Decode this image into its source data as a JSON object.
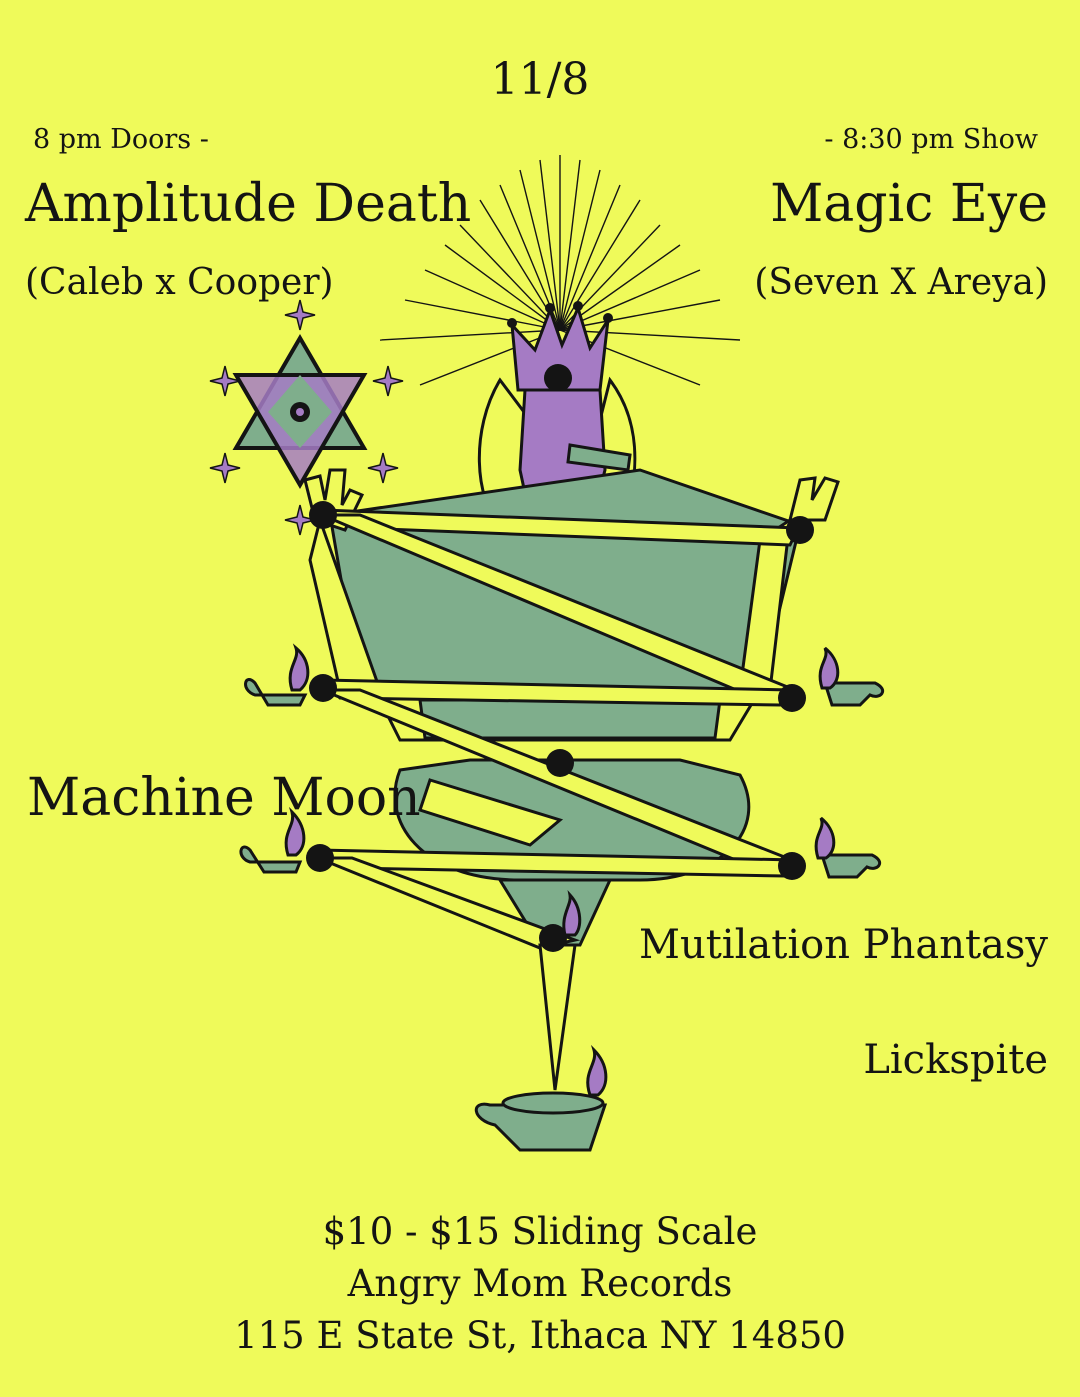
{
  "event": {
    "date": "11/8",
    "doors": "8 pm Doors -",
    "show": "- 8:30 pm Show"
  },
  "lineup": {
    "headliner_left": "Amplitude Death",
    "headliner_left_members": "(Caleb x Cooper)",
    "headliner_right": "Magic Eye",
    "headliner_right_members": "(Seven X  Areya)",
    "act_3": "Machine Moon",
    "act_4": "Mutilation Phantasy",
    "act_5": "Lickspite"
  },
  "footer": {
    "price": "$10 - $15 Sliding Scale",
    "venue": "Angry Mom Records",
    "address": "115 E State St, Ithaca NY 14850"
  },
  "colors": {
    "background": "#EFFA5A",
    "ink": "#141414",
    "purple": "#A57BC4",
    "teal": "#7FAE8C"
  },
  "illustration": {
    "icons": [
      "crowned-sage-figure",
      "hexagram-icon",
      "oil-lamp-icon",
      "lightning-zigzag"
    ]
  }
}
